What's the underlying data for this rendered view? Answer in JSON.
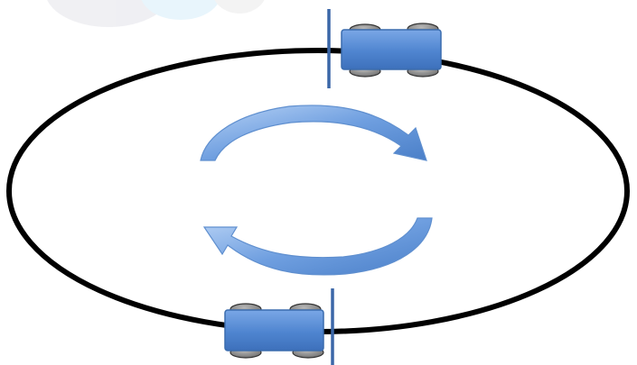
{
  "diagram": {
    "track_color": "#000000",
    "car_body_color": "#4f85d0",
    "car_body_edge_color": "#3a6cae",
    "wheel_color": "#7f7f7f",
    "marker_line_color": "#3b67a8",
    "arrow_color": "#6f9fe0",
    "watermark_color": "#e4f2fb",
    "rotation_direction": "clockwise",
    "cars": [
      {
        "name": "top-car",
        "heading": "left"
      },
      {
        "name": "bottom-car",
        "heading": "right"
      }
    ]
  }
}
